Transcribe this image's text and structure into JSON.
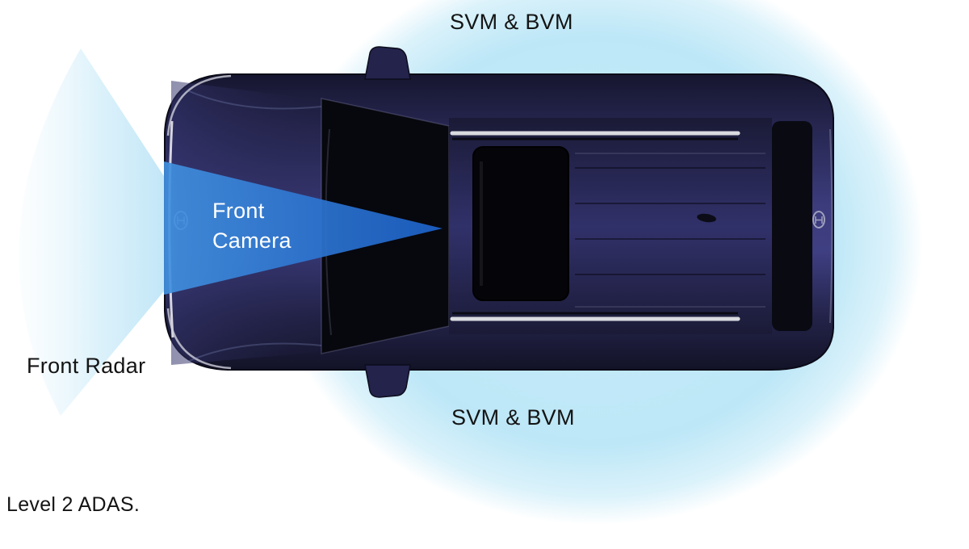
{
  "diagram": {
    "caption": "Level 2 ADAS.",
    "labels": {
      "svm_top": "SVM & BVM",
      "svm_bottom": "SVM & BVM",
      "front_camera_line1": "Front",
      "front_camera_line2": "Camera",
      "front_radar": "Front Radar"
    },
    "colors": {
      "background": "#ffffff",
      "surround_zone": "#bde7f7",
      "camera_cone": "#2a6fd0",
      "radar_cone": "#9fd8f2",
      "car_body": "#2b2b5e",
      "text_dark": "#141414",
      "text_light": "#ffffff"
    }
  }
}
